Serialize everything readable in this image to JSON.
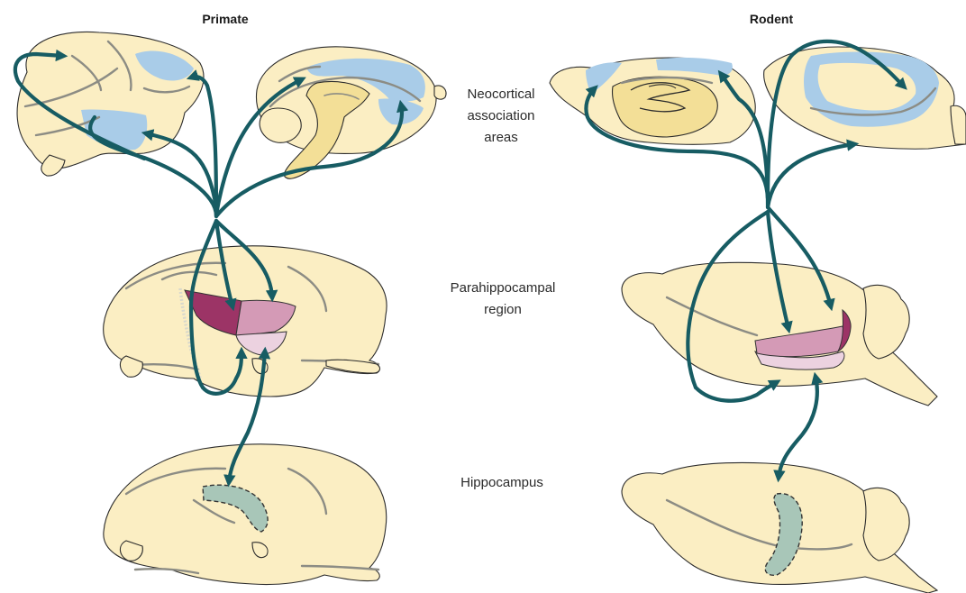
{
  "columns": {
    "left_title": "Primate",
    "right_title": "Rodent"
  },
  "rows": {
    "neocortical": [
      "Neocortical",
      "association",
      "areas"
    ],
    "parahippocampal": [
      "Parahippocampal",
      "region"
    ],
    "hippocampus": [
      "Hippocampus"
    ]
  },
  "colors": {
    "arrow": "#175c63",
    "brain_fill": "#fbeec3",
    "brain_deep_fill": "#f3df97",
    "association_area": "#a9cce8",
    "hippocampus": "#a8c6b8",
    "parahippocampal_dark": "#9c3466",
    "parahippocampal_mid": "#d49ab6",
    "parahippocampal_light": "#ecd2e0"
  }
}
